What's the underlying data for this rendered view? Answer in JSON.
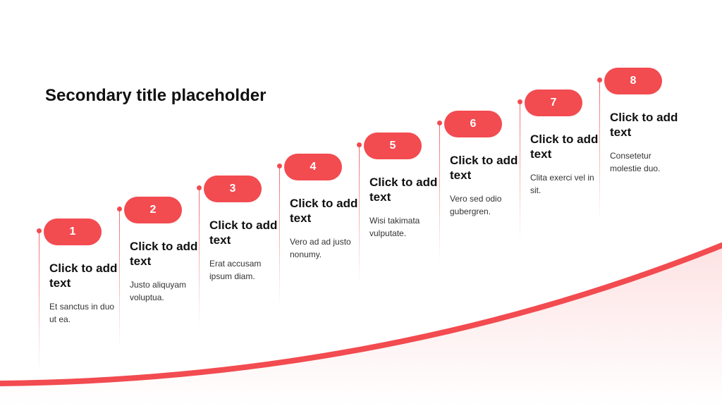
{
  "title": "Secondary title placeholder",
  "colors": {
    "accent": "#f24b50",
    "text": "#111111"
  },
  "steps": [
    {
      "number": "1",
      "heading": "Click to add text",
      "body": "Et sanctus in duo ut ea."
    },
    {
      "number": "2",
      "heading": "Click to add text",
      "body": "Justo aliquyam voluptua."
    },
    {
      "number": "3",
      "heading": "Click to add text",
      "body": "Erat accusam ipsum diam."
    },
    {
      "number": "4",
      "heading": "Click to add text",
      "body": "Vero ad ad justo nonumy."
    },
    {
      "number": "5",
      "heading": "Click to add text",
      "body": "Wisi takimata vulputate."
    },
    {
      "number": "6",
      "heading": "Click to add text",
      "body": "Vero sed odio gubergren."
    },
    {
      "number": "7",
      "heading": "Click to add text",
      "body": "Clita exerci vel in sit."
    },
    {
      "number": "8",
      "heading": "Click to add text",
      "body": "Consetetur molestie duo."
    }
  ]
}
